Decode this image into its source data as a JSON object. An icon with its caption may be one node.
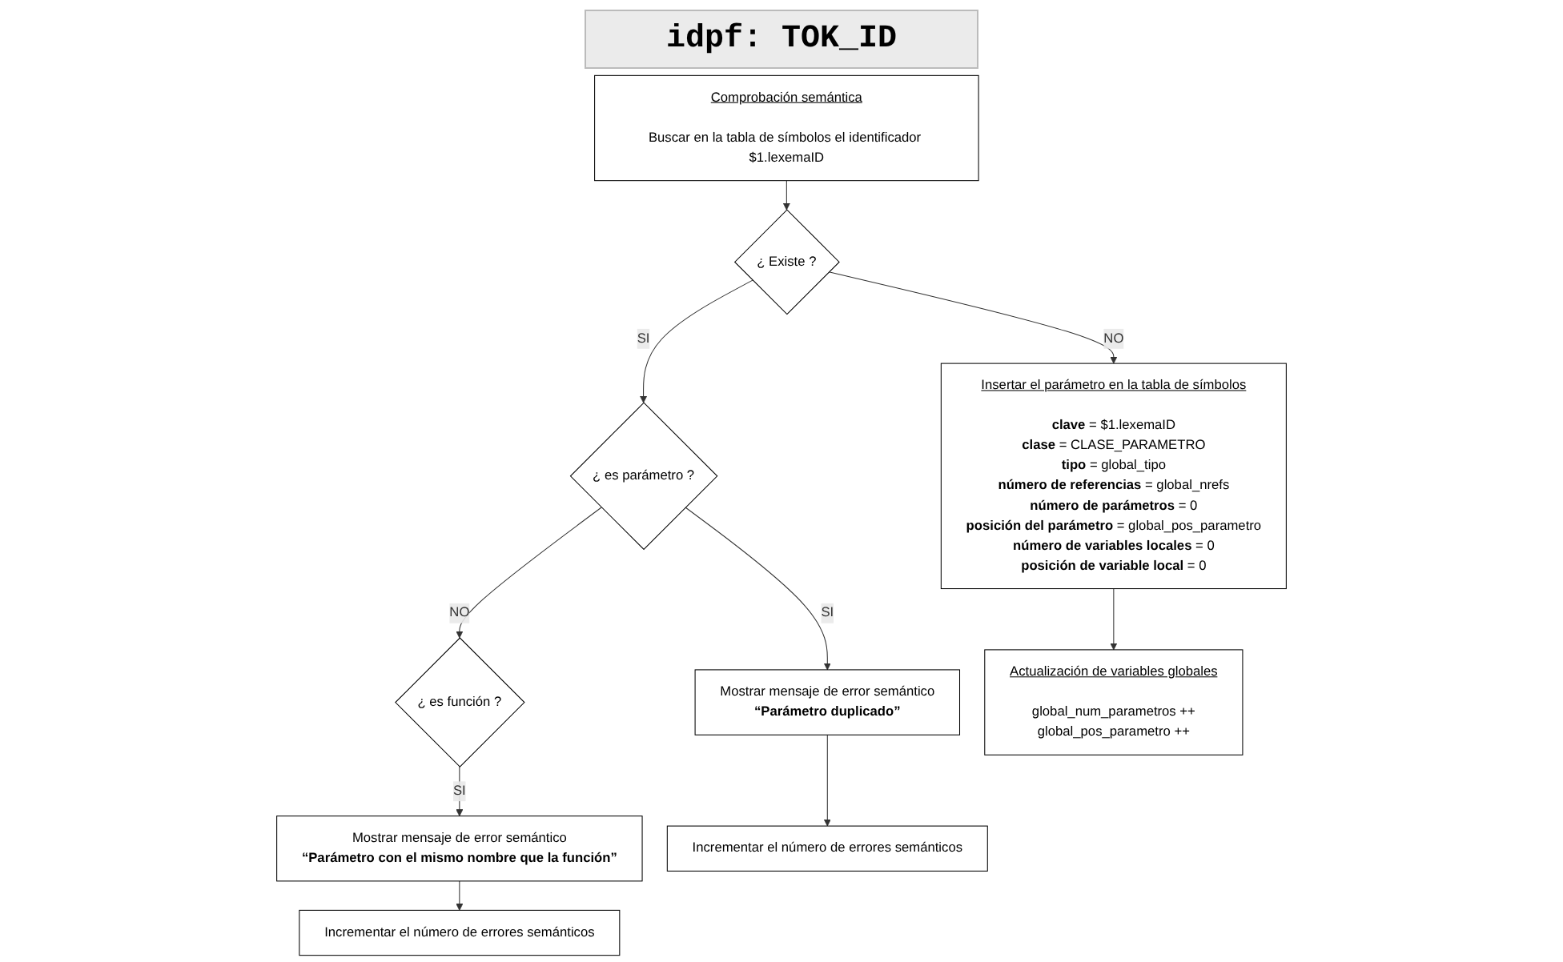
{
  "diagram": {
    "title": "idpf: TOK_ID",
    "nodes": [
      {
        "text": [
          "Comprobación semántica",
          "Buscar en la tabla de símbolos el identificador $1.lexemaID"
        ]
      },
      {
        "text": [
          "¿ Existe ?"
        ]
      },
      {
        "text": [
          "Insertar el parámetro en la tabla de símbolos",
          "**clave** = $1.lexemaID",
          "**clase** = CLASE_PARAMETRO",
          "**tipo** = global_tipo",
          "**número de referencias** = global_nrefs",
          "**número de parámetros** = 0",
          "**posición del  parámetro** = global_pos_parametro",
          "**número de variables locales** = 0",
          "**posición de variable local** = 0"
        ]
      },
      {
        "text": [
          "¿ es parámetro ?"
        ]
      },
      {
        "text": [
          "¿ es función ?"
        ]
      },
      {
        "text": [
          "Mostrar mensaje de error semántico",
          "“Parámetro con el mismo nombre que la función”"
        ]
      },
      {
        "text": [
          "Mostrar mensaje de error semántico",
          "“Parámetro duplicado”"
        ]
      },
      {
        "text": [
          "Actualización de variables globales",
          "global_num_parametros ++",
          "global_pos_parametro ++"
        ]
      },
      {
        "text": [
          "Incrementar el número de errores semánticos"
        ]
      },
      {
        "text": [
          "Incrementar el número de errores semánticos"
        ]
      }
    ],
    "edges": [
      {
        "from": 0,
        "to": 1,
        "arrow": "to"
      },
      {
        "from": 1,
        "to": 2,
        "arrow": "to",
        "label": "NO"
      },
      {
        "from": 1,
        "to": 3,
        "arrow": "to",
        "label": "SI"
      },
      {
        "from": 3,
        "to": 4,
        "arrow": "to",
        "label": "NO"
      },
      {
        "from": 3,
        "to": 6,
        "arrow": "to",
        "label": "SI"
      },
      {
        "from": 4,
        "to": 5,
        "arrow": "to",
        "label": "SI"
      },
      {
        "from": 2,
        "to": 7,
        "arrow": "to"
      },
      {
        "from": 5,
        "to": 8,
        "arrow": "to"
      },
      {
        "from": 6,
        "to": 9,
        "arrow": "to"
      }
    ]
  }
}
